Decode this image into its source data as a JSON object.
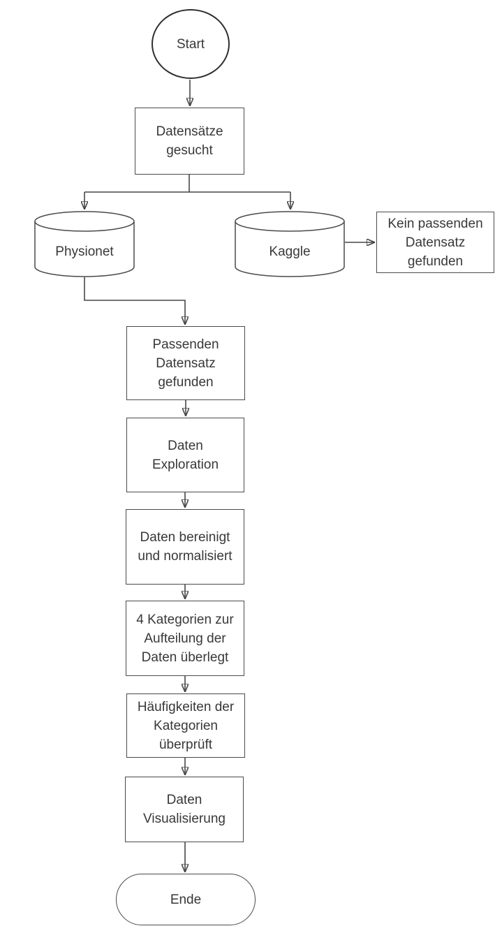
{
  "diagram": {
    "type": "flowchart",
    "background_color": "#ffffff",
    "line_color": "#474747",
    "arrow_color": "#1f1f1f",
    "text_color": "#383838",
    "nodes": {
      "start": {
        "label": "Start",
        "shape": "ellipse-terminator"
      },
      "datensaetze_gesucht": {
        "label": "Datensätze\ngesucht",
        "shape": "process"
      },
      "physionet": {
        "label": "Physionet",
        "shape": "database-cylinder"
      },
      "kaggle": {
        "label": "Kaggle",
        "shape": "database-cylinder"
      },
      "kein_passender_datensatz": {
        "label": "Kein passenden\nDatensatz\ngefunden",
        "shape": "process"
      },
      "passender_datensatz": {
        "label": "Passenden\nDatensatz\ngefunden",
        "shape": "process"
      },
      "daten_exploration": {
        "label": "Daten\nExploration",
        "shape": "process"
      },
      "daten_bereinigt": {
        "label": "Daten bereinigt\nund normalisiert",
        "shape": "process"
      },
      "kategorien_ueberlegt": {
        "label": "4 Kategorien zur\nAufteilung der\nDaten überlegt",
        "shape": "process"
      },
      "haeufigkeiten_ueberprueft": {
        "label": "Häufigkeiten der\nKategorien\nüberprüft",
        "shape": "process"
      },
      "daten_visualisierung": {
        "label": "Daten\nVisualisierung",
        "shape": "process"
      },
      "ende": {
        "label": "Ende",
        "shape": "stadium-terminator"
      }
    },
    "edges": [
      {
        "from": "start",
        "to": "datensaetze_gesucht"
      },
      {
        "from": "datensaetze_gesucht",
        "to": "physionet"
      },
      {
        "from": "datensaetze_gesucht",
        "to": "kaggle"
      },
      {
        "from": "kaggle",
        "to": "kein_passender_datensatz"
      },
      {
        "from": "physionet",
        "to": "passender_datensatz"
      },
      {
        "from": "passender_datensatz",
        "to": "daten_exploration"
      },
      {
        "from": "daten_exploration",
        "to": "daten_bereinigt"
      },
      {
        "from": "daten_bereinigt",
        "to": "kategorien_ueberlegt"
      },
      {
        "from": "kategorien_ueberlegt",
        "to": "haeufigkeiten_ueberprueft"
      },
      {
        "from": "haeufigkeiten_ueberprueft",
        "to": "daten_visualisierung"
      },
      {
        "from": "daten_visualisierung",
        "to": "ende"
      }
    ]
  }
}
